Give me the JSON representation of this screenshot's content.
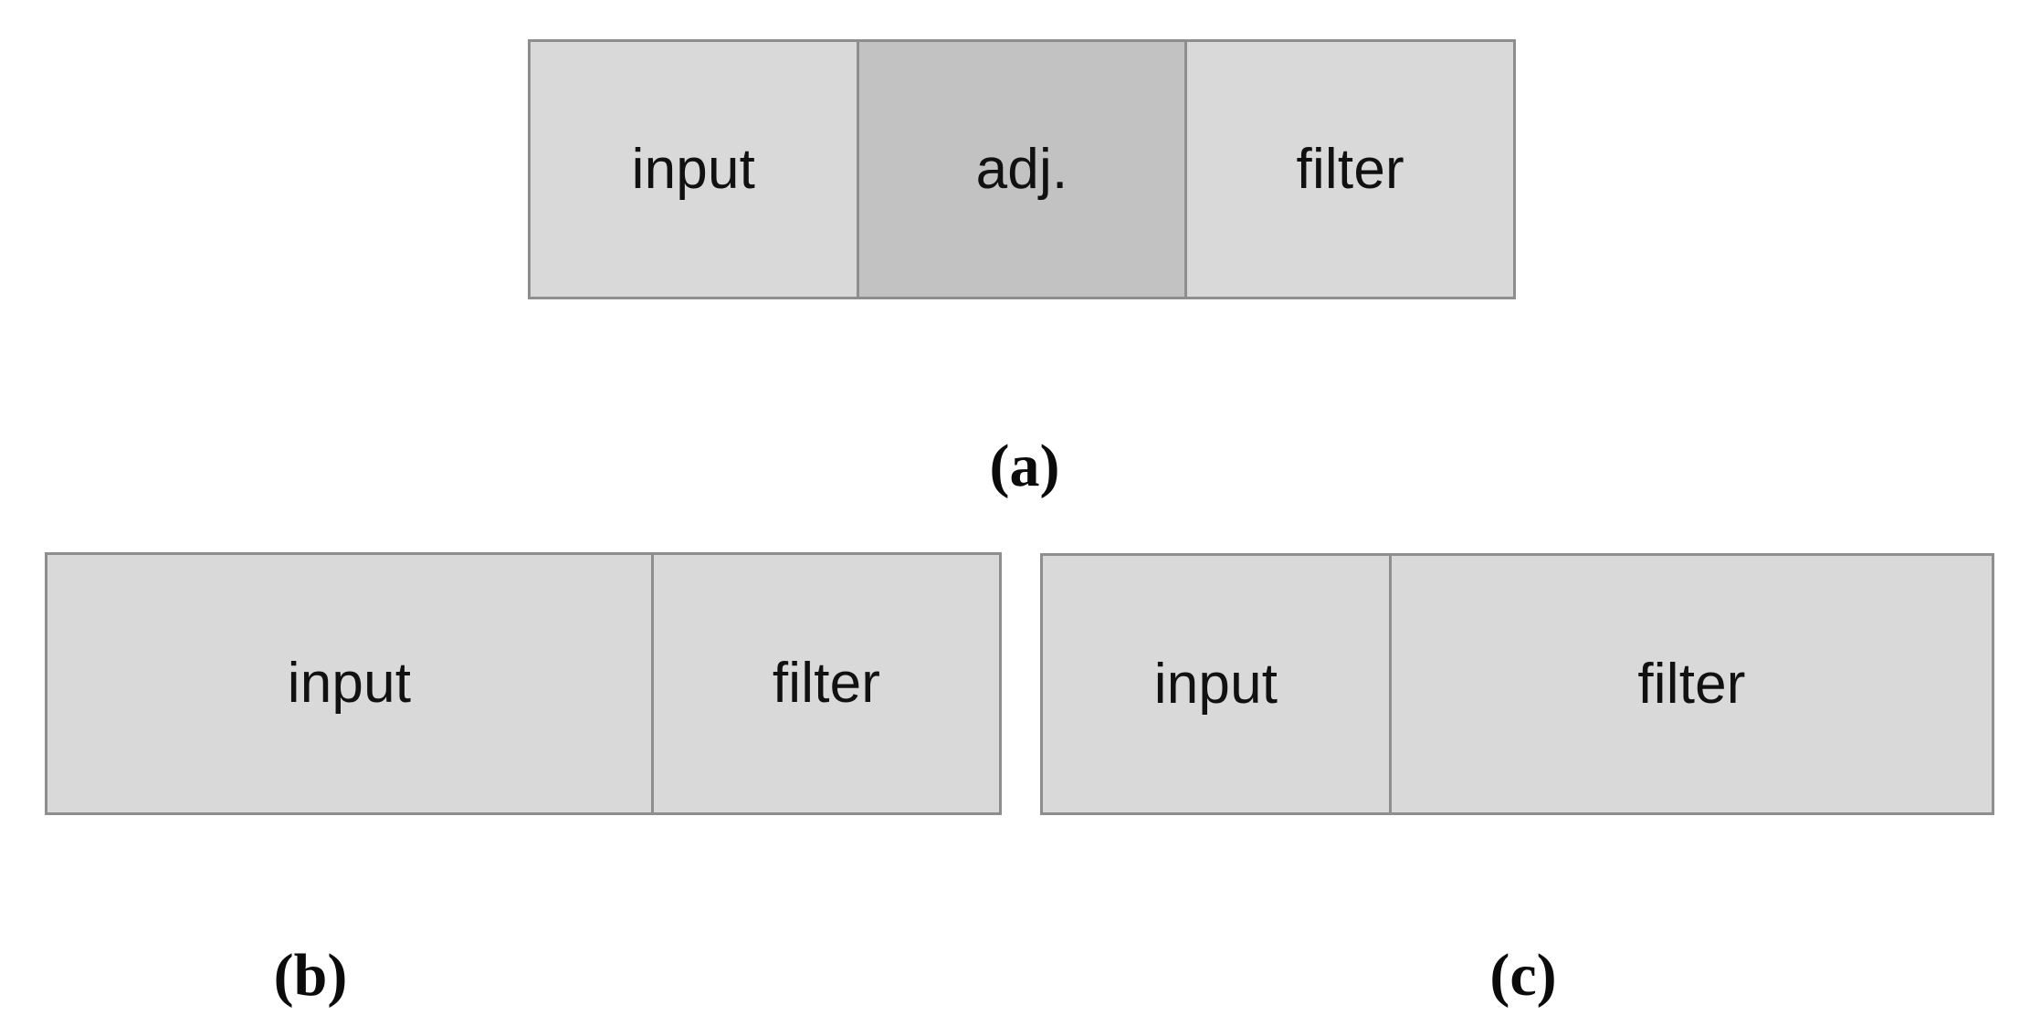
{
  "figure": {
    "background_color": "#ffffff",
    "border_color": "#8e8e8e",
    "cell_fill_color": "#d9d9d9",
    "cell_shaded_fill_color": "#c2c2c2",
    "text_color": "#111111"
  },
  "panels": [
    {
      "id": "a",
      "caption": "(a)",
      "cells": [
        {
          "label": "input",
          "shaded": false
        },
        {
          "label": "adj.",
          "shaded": true
        },
        {
          "label": "filter",
          "shaded": false
        }
      ]
    },
    {
      "id": "b",
      "caption": "(b)",
      "cells": [
        {
          "label": "input",
          "shaded": false
        },
        {
          "label": "filter",
          "shaded": false
        }
      ]
    },
    {
      "id": "c",
      "caption": "(c)",
      "cells": [
        {
          "label": "input",
          "shaded": false
        },
        {
          "label": "filter",
          "shaded": false
        }
      ]
    }
  ]
}
